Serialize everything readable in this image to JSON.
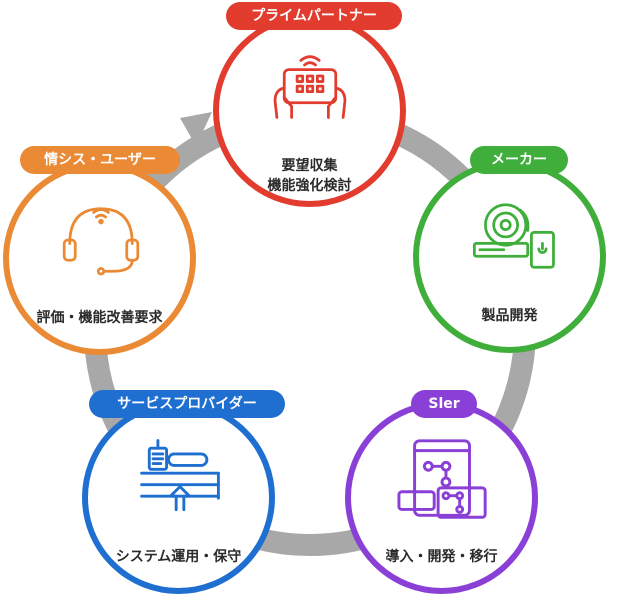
{
  "nodes": {
    "prime_partner": {
      "label": "プライムパートナー",
      "desc_line1": "要望収集",
      "desc_line2": "機能強化検討",
      "color": "#e23c2f",
      "icon": "tablet-hands-icon"
    },
    "maker": {
      "label": "メーカー",
      "desc_line1": "製品開発",
      "color": "#3fae3a",
      "icon": "disc-device-icon"
    },
    "sler": {
      "label": "Sler",
      "desc_line1": "導入・開発・移行",
      "color": "#8a3fd6",
      "icon": "mobile-network-icon"
    },
    "service_provider": {
      "label": "サービスプロバイダー",
      "desc_line1": "システム運用・保守",
      "color": "#1f6fd1",
      "icon": "system-operation-icon"
    },
    "info_user": {
      "label": "情シス・ユーザー",
      "desc_line1": "評価・機能改善要求",
      "color": "#ea8a35",
      "icon": "headset-icon"
    }
  },
  "cycle_color": "#a8a8a8"
}
